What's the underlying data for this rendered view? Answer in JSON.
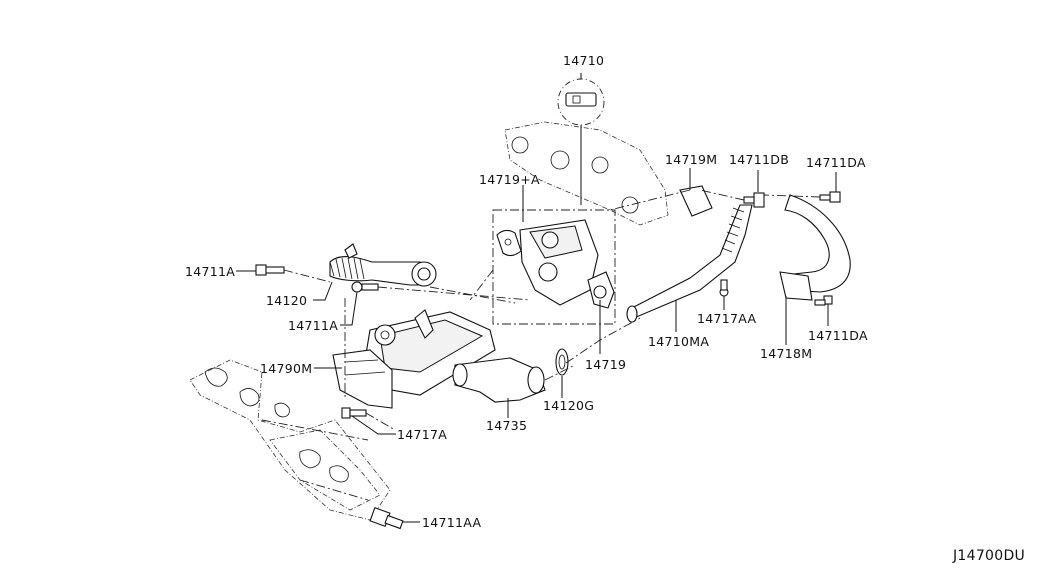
{
  "diagram": {
    "code": "J14700DU",
    "labels": [
      {
        "key": "14710",
        "text": "14710"
      },
      {
        "key": "14719_A",
        "text": "14719+A"
      },
      {
        "key": "14719M",
        "text": "14719M"
      },
      {
        "key": "14711DB",
        "text": "14711DB"
      },
      {
        "key": "14711DA_top",
        "text": "14711DA"
      },
      {
        "key": "14711A_left",
        "text": "14711A"
      },
      {
        "key": "14120",
        "text": "14120"
      },
      {
        "key": "14711A_mid",
        "text": "14711A"
      },
      {
        "key": "14790M",
        "text": "14790M"
      },
      {
        "key": "14717A",
        "text": "14717A"
      },
      {
        "key": "14735",
        "text": "14735"
      },
      {
        "key": "14120G",
        "text": "14120G"
      },
      {
        "key": "14719",
        "text": "14719"
      },
      {
        "key": "14710MA",
        "text": "14710MA"
      },
      {
        "key": "14717AA",
        "text": "14717AA"
      },
      {
        "key": "14718M",
        "text": "14718M"
      },
      {
        "key": "14711DA_bottom",
        "text": "14711DA"
      },
      {
        "key": "14711AA",
        "text": "14711AA"
      }
    ]
  }
}
